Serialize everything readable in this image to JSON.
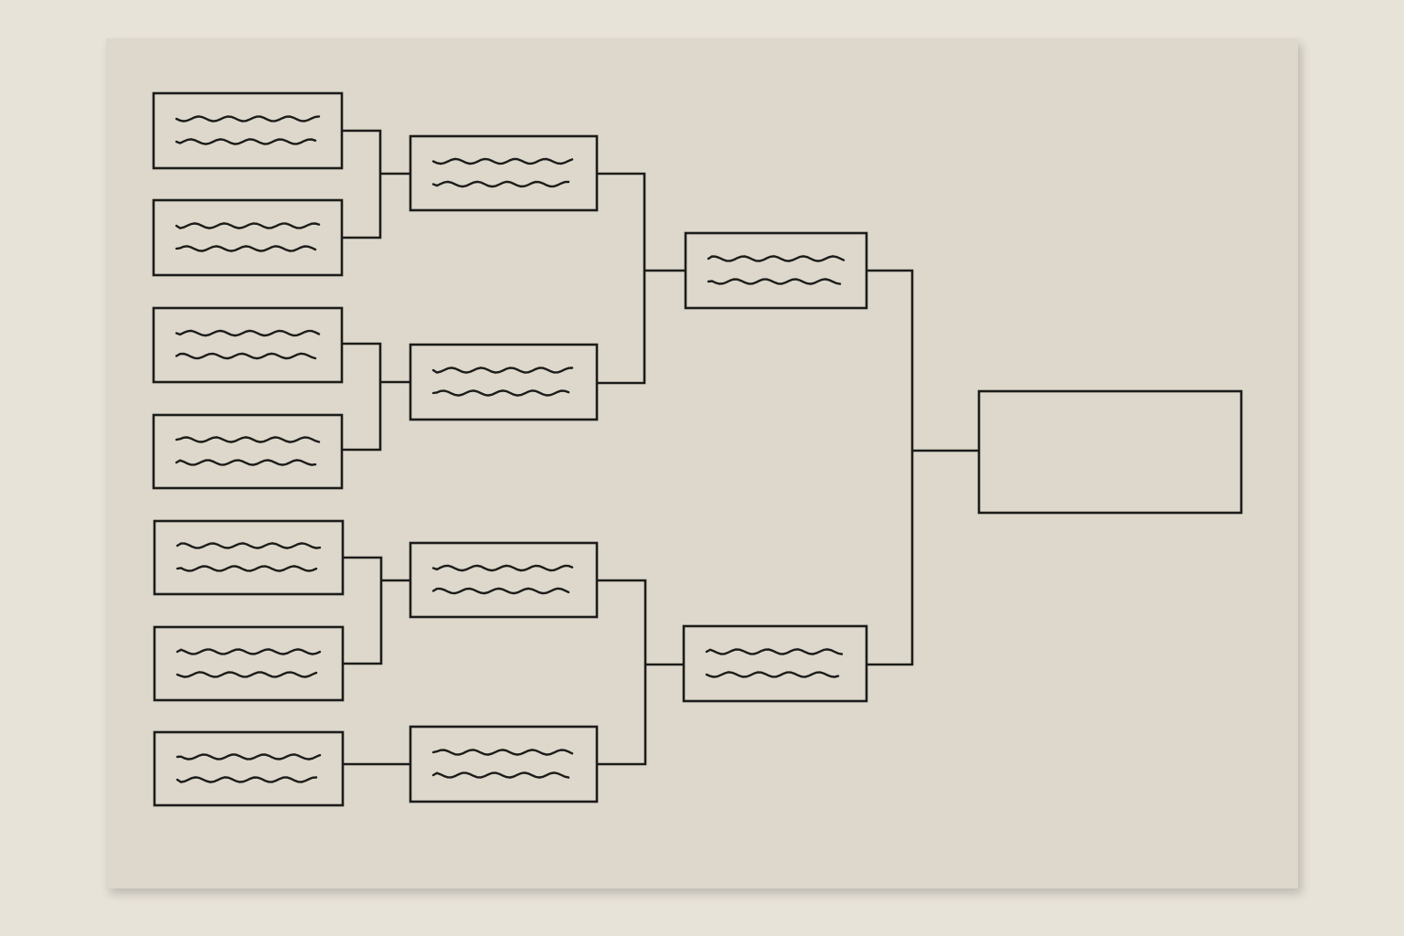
{
  "colors": {
    "wall": "#e8e3d9",
    "board": "#ddd8cb",
    "ink": "#1c1c1a"
  },
  "bracket": {
    "rounds": [
      {
        "name": "round-1",
        "entries": 7,
        "placeholder": "squiggle"
      },
      {
        "name": "round-2",
        "entries": 4,
        "placeholder": "squiggle"
      },
      {
        "name": "semifinal",
        "entries": 2,
        "placeholder": "squiggle"
      },
      {
        "name": "final",
        "entries": 1,
        "placeholder": "empty"
      }
    ],
    "matches": [
      {
        "from": [
          "r1-1",
          "r1-2"
        ],
        "to": "r2-1"
      },
      {
        "from": [
          "r1-3",
          "r1-4"
        ],
        "to": "r2-2"
      },
      {
        "from": [
          "r1-5",
          "r1-6"
        ],
        "to": "r2-3"
      },
      {
        "from": [
          "r1-7"
        ],
        "to": "r2-4"
      },
      {
        "from": [
          "r2-1",
          "r2-2"
        ],
        "to": "r3-1"
      },
      {
        "from": [
          "r2-3",
          "r2-4"
        ],
        "to": "r3-2"
      },
      {
        "from": [
          "r3-1",
          "r3-2"
        ],
        "to": "final"
      }
    ]
  }
}
